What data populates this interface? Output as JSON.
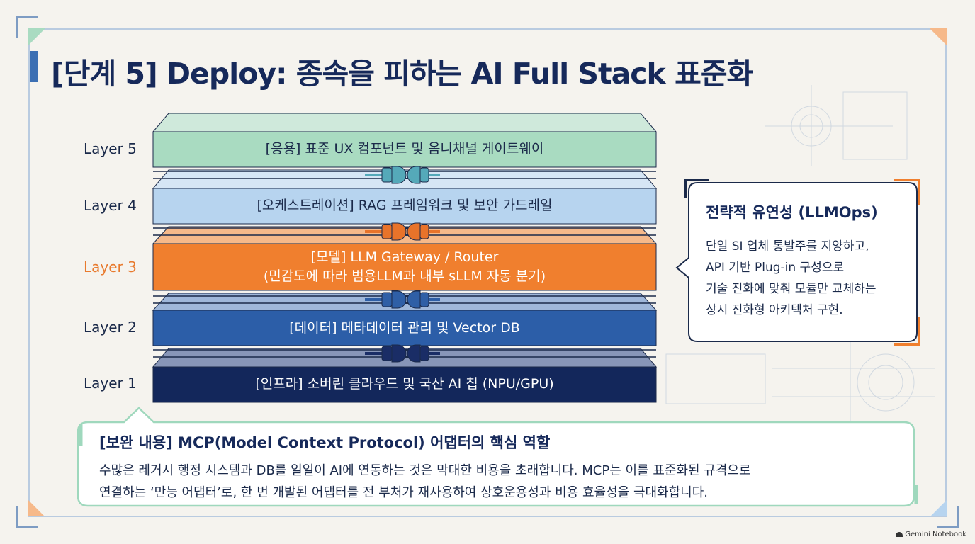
{
  "title": "[단계 5] Deploy: 종속을 피하는 AI Full Stack 표준화",
  "layers": [
    {
      "label": "Layer 5",
      "text": "[응용] 표준 UX 컴포넌트 및 옴니채널 게이트웨이",
      "front": "#a9dbc1",
      "top": "#cfe9db",
      "text_color": "#1b2a4a"
    },
    {
      "label": "Layer 4",
      "text": "[오케스트레이션] RAG 프레임워크 및 보안 가드레일",
      "front": "#b7d4ef",
      "top": "#d6e6f5",
      "text_color": "#1b2a4a"
    },
    {
      "label": "Layer 3",
      "text1": "[모델] LLM Gateway / Router",
      "text2": "(민감도에 따라 범용LLM과 내부 sLLM 자동 분기)",
      "front": "#f07f2e",
      "top": "#f6b98a",
      "text_color": "#ffffff"
    },
    {
      "label": "Layer 2",
      "text": "[데이터] 메타데이터 관리 및 Vector DB",
      "front": "#2c5ea8",
      "top": "#9fb7da",
      "text_color": "#ffffff"
    },
    {
      "label": "Layer 1",
      "text": "[인프라] 소버린 클라우드 및 국산 AI 칩 (NPU/GPU)",
      "front": "#13275b",
      "top": "#8896b8",
      "text_color": "#ffffff"
    }
  ],
  "connectors": [
    {
      "name": "connector-5-4",
      "color": "#55a9b9"
    },
    {
      "name": "connector-4-3",
      "color": "#e8732a"
    },
    {
      "name": "connector-3-2",
      "color": "#2f5fa6"
    },
    {
      "name": "connector-2-1",
      "color": "#1a2d66"
    }
  ],
  "callout": {
    "title": "전략적 유연성 (LLMOps)",
    "lines": [
      "단일 SI 업체 통발주를 지양하고,",
      "API 기반 Plug-in 구성으로",
      "기술 진화에 맞춰 모듈만 교체하는",
      "상시 진화형 아키텍처 구현."
    ],
    "border_color": "#1b2a4a",
    "accent_color": "#f07f2e"
  },
  "note": {
    "title": "[보완 내용] MCP(Model Context Protocol) 어댑터의 핵심 역할",
    "lines": [
      "수많은 레거시 행정 시스템과 DB를 일일이 AI에 연동하는 것은 막대한 비용을 초래합니다. MCP는 이를 표준화된 규격으로",
      "연결하는 ‘만능 어댑터’로, 한 번 개발된 어댑터를 전 부처가 재사용하여 상호운용성과 비용 효율성을 극대화합니다."
    ],
    "border_color": "#9fd8bd"
  },
  "brand": "Gemini Notebook"
}
